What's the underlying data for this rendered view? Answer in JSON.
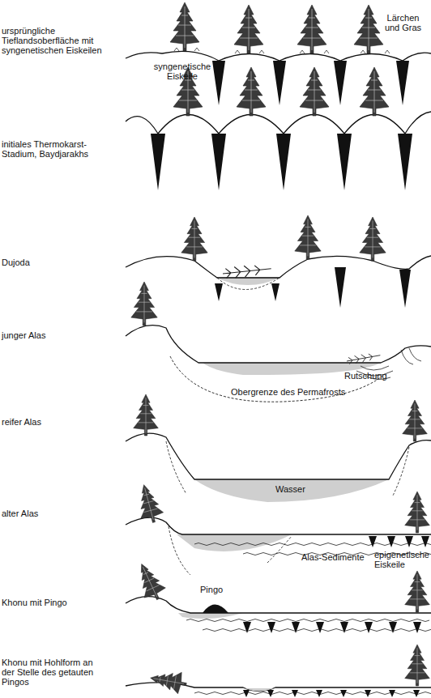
{
  "diagram": {
    "labels": [
      "ursprüngliche Tieflandsoberfläche mit syngenetischen Eiskeilen",
      "initiales Thermokarst-Stadium, Baydjarakhs",
      "Dujoda",
      "junger Alas",
      "reifer Alas",
      "alter Alas",
      "Khonu mit Pingo",
      "Khonu mit Hohlform an der Stelle des getauten Pingos",
      "Lärchen und Gras",
      "syngenetische Eiskeile",
      "Rutschung",
      "Obergrenze des Permafrosts",
      "Wasser",
      "Alas-Sedimente",
      "epigenetische Eiskeile",
      "Pingo"
    ]
  }
}
